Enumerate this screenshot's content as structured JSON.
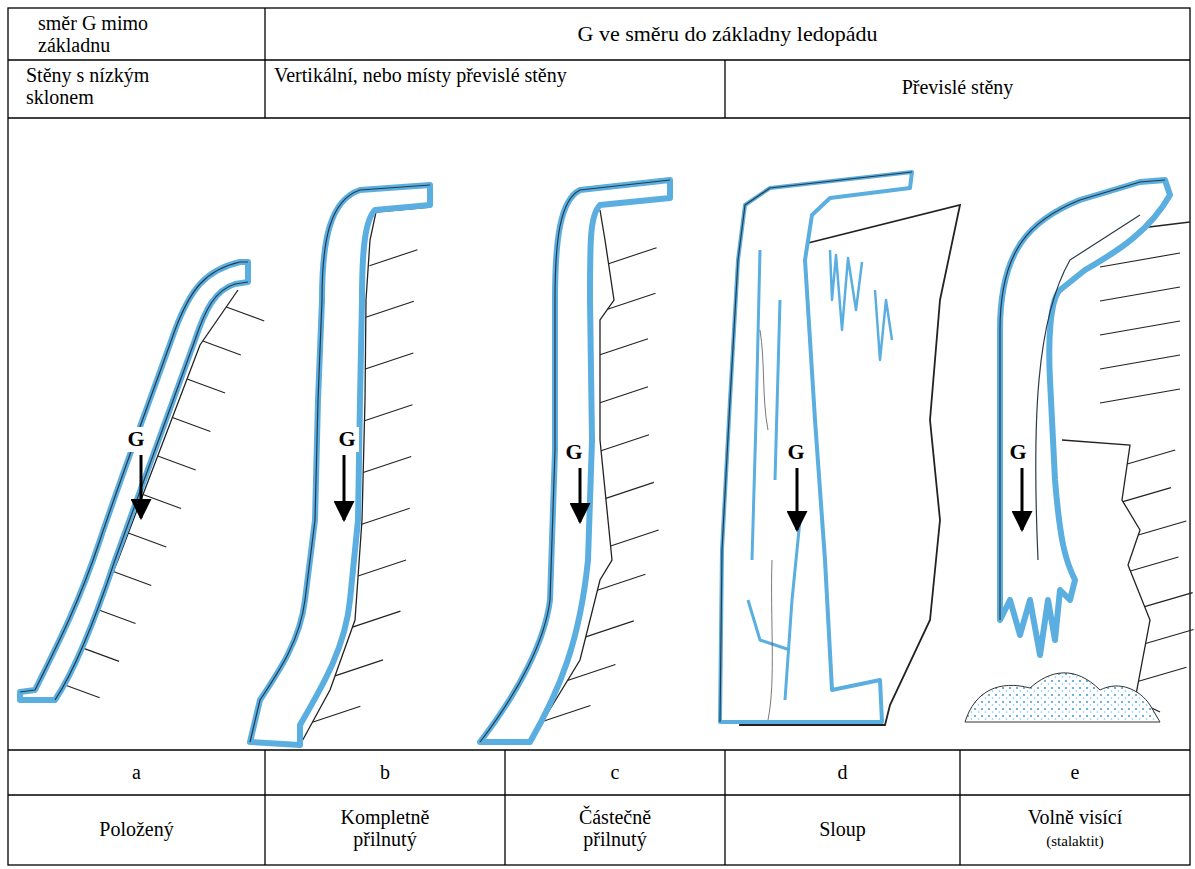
{
  "diagram": {
    "labels": [
      "směr G mimo základnu",
      "G ve směru do základny ledopádu",
      "Stěny s nízkým sklonem",
      "Vertikální, nebo místy převislé stěny",
      "Převislé stěny",
      "G",
      "G",
      "G",
      "G",
      "G",
      "a",
      "b",
      "c",
      "d",
      "e",
      "Položený",
      "Kompletně přilnutý",
      "Částečně přilnutý",
      "Sloup",
      "Volně visící",
      "(stalaktit)"
    ]
  }
}
